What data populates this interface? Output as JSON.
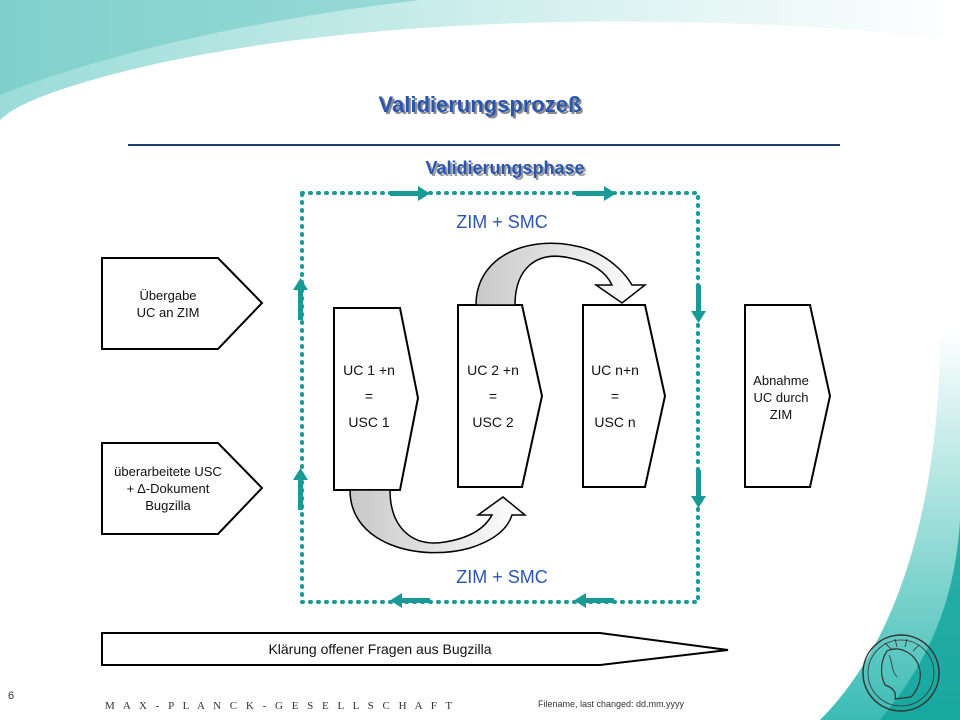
{
  "slide": {
    "title": "Validierungsprozeß",
    "phase_label": "Validierungsphase",
    "zim_smc_top": "ZIM + SMC",
    "zim_smc_bottom": "ZIM + SMC"
  },
  "left_boxes": [
    {
      "lines": [
        "Übergabe",
        "UC an ZIM"
      ]
    },
    {
      "lines": [
        "überarbeitete USC",
        "+ Δ-Dokument",
        "Bugzilla"
      ]
    }
  ],
  "uc_steps": [
    {
      "line1": "UC 1 +n",
      "line2": "=",
      "line3": "USC 1"
    },
    {
      "line1": "UC 2 +n",
      "line2": "=",
      "line3": "USC 2"
    },
    {
      "line1": "UC n+n",
      "line2": "=",
      "line3": "USC n"
    }
  ],
  "right_box": {
    "lines": [
      "Abnahme",
      "UC durch",
      "ZIM"
    ]
  },
  "bottom_bar": {
    "label": "Klärung offener Fragen aus Bugzilla"
  },
  "footer": {
    "page_number": "6",
    "company": "M A X - P L A N C K - G E S E L L S C H A F T",
    "filename": "Filename, last changed: dd.mm.yyyy"
  },
  "colors": {
    "teal": "#1a9a96",
    "title_blue": "#2a56b0",
    "rule": "#1c3f6e"
  }
}
